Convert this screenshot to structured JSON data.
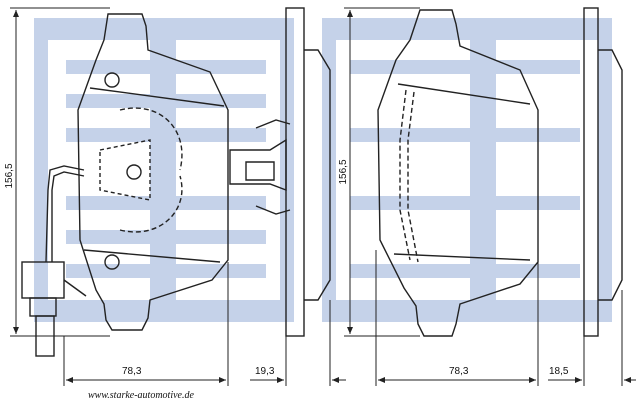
{
  "dimensions": {
    "height_left": "156,5",
    "height_middle": "156,5",
    "width_pad1": "78,3",
    "thickness_pad1": "19,3",
    "width_pad2": "78,3",
    "thickness_pad2": "18,5"
  },
  "footer": {
    "website": "www.starke-automotive.de"
  },
  "colors": {
    "watermark": "#bccbe6",
    "line": "#222222",
    "background": "#ffffff"
  }
}
